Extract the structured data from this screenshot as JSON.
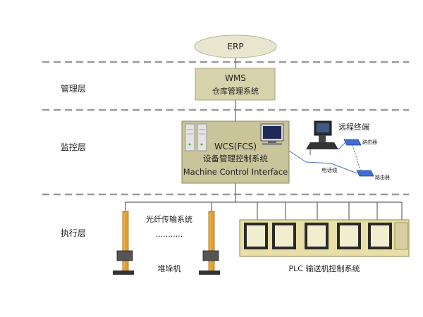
{
  "layers": {
    "management": "管理层",
    "monitoring": "监控层",
    "execution": "执行层"
  },
  "erp": {
    "label": "ERP"
  },
  "wms": {
    "line1": "WMS",
    "line2": "仓库管理系统"
  },
  "wcs": {
    "line1": "WCS(FCS)",
    "line2": "设备管理控制系统",
    "line3": "Machine Control Interface"
  },
  "remote": {
    "terminal": "远程终端",
    "router_a": "路由器",
    "router_b": "路由器",
    "cable": "电话线"
  },
  "execution": {
    "fiber": "光纤传输系统",
    "dots": "...........",
    "stacker": "堆垛机",
    "plc": "PLC 输送机控制系统"
  },
  "colors": {
    "erp_fill": "#e8e6cf",
    "wms_fill": "#d6d2ab",
    "wcs_fill": "#c9c49a",
    "layer_line": "#999999",
    "stacker_rail": "#e0a030"
  }
}
